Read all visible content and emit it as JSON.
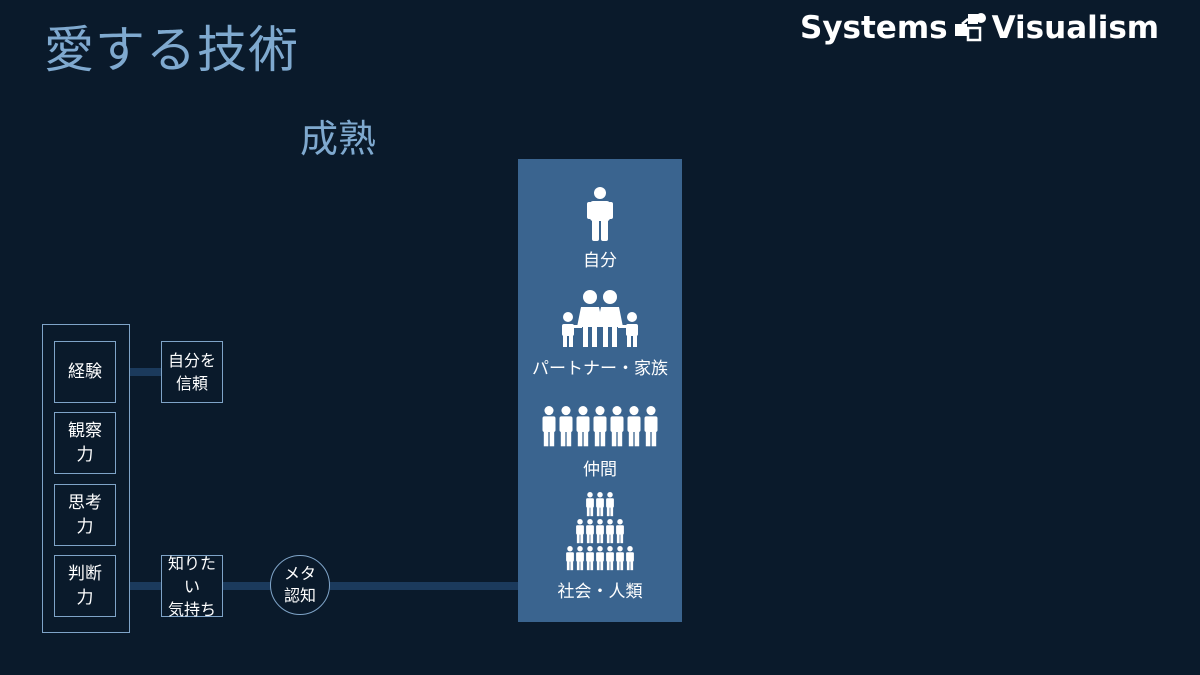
{
  "title": "愛する技術",
  "subtitle": "成熟",
  "logo": {
    "word1": "Systems",
    "word2": "Visualism"
  },
  "skills": [
    {
      "label": "経験"
    },
    {
      "label": "観察\n力"
    },
    {
      "label": "思考\n力"
    },
    {
      "label": "判断\n力"
    }
  ],
  "notes": [
    {
      "label": "自分を\n信頼"
    },
    {
      "label": "知りたい\n気持ち"
    }
  ],
  "meta": {
    "label": "メタ\n認知"
  },
  "levels": [
    {
      "label": "自分",
      "icon": "single-person-icon"
    },
    {
      "label": "パートナー・家族",
      "icon": "family-icon"
    },
    {
      "label": "仲間",
      "icon": "group-icon"
    },
    {
      "label": "社会・人類",
      "icon": "crowd-icon"
    }
  ],
  "colors": {
    "background": "#0a1a2b",
    "title": "#7fa9cf",
    "panel": "#3a648f",
    "box_border": "#7fa4c8",
    "connector": "#1b3a5c"
  }
}
